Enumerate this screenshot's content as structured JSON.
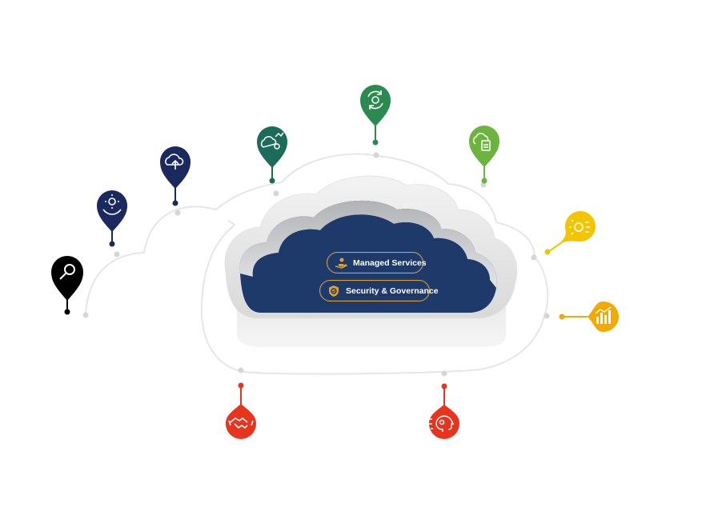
{
  "center_labels": {
    "managed_services": "Managed Services",
    "security_governance": "Security & Governance"
  },
  "icons": [
    {
      "id": "search",
      "color": "#000000"
    },
    {
      "id": "hand-gear",
      "color": "#1b2a5e"
    },
    {
      "id": "cloud-upload",
      "color": "#1b2a5e"
    },
    {
      "id": "cloud-gears",
      "color": "#1d6b5a"
    },
    {
      "id": "refresh-gear",
      "color": "#2a8a4f"
    },
    {
      "id": "cloud-document",
      "color": "#6db33f"
    },
    {
      "id": "gear-idea",
      "color": "#f2c500"
    },
    {
      "id": "bar-chart",
      "color": "#f2a900"
    },
    {
      "id": "handshake",
      "color": "#e8341c"
    },
    {
      "id": "ai-head",
      "color": "#e8341c"
    }
  ],
  "accent_color": "#e2a22a",
  "cloud_inner_color": "#1d3a6b"
}
